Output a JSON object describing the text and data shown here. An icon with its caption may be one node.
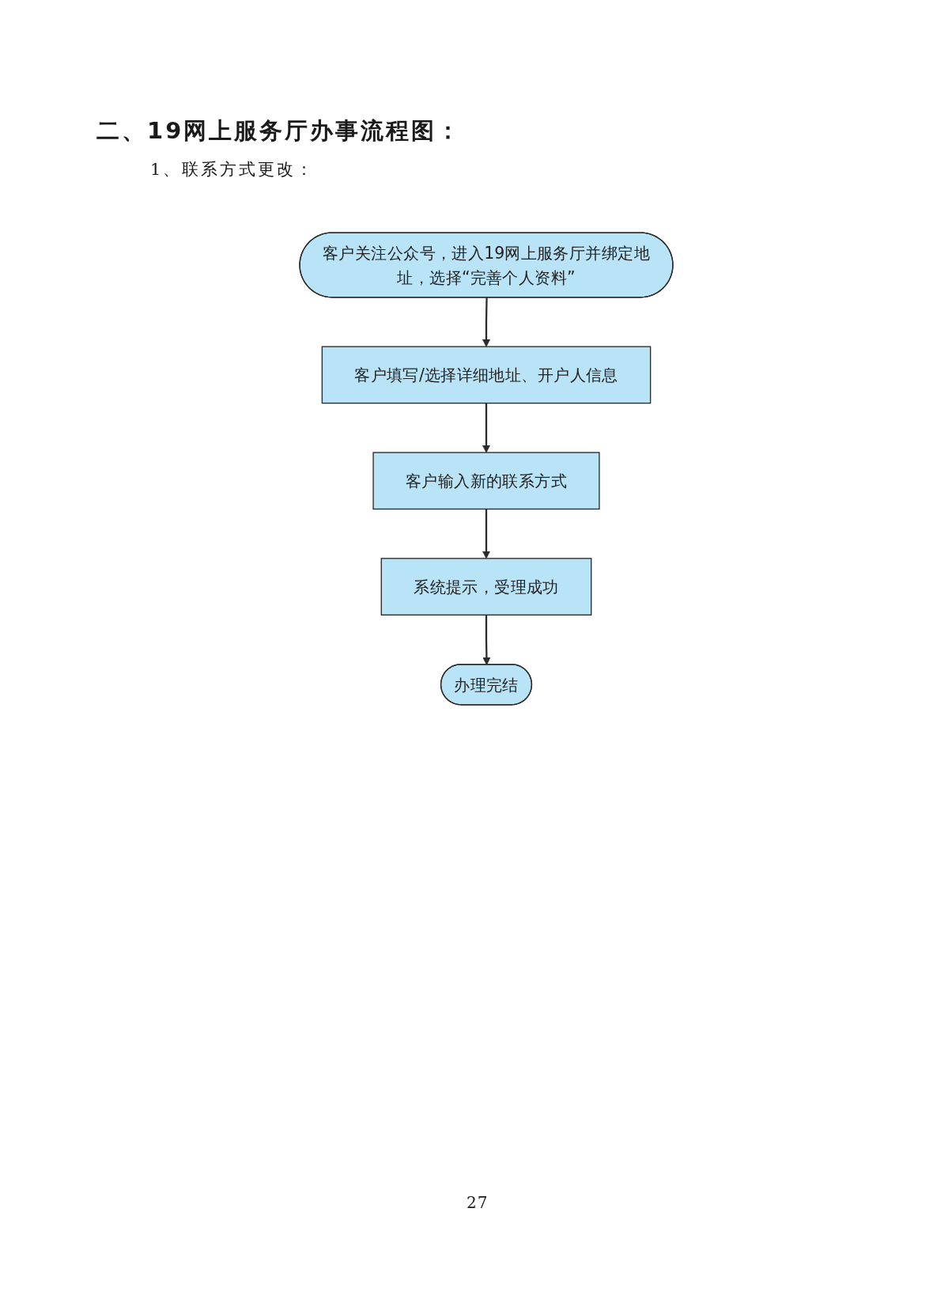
{
  "diagram": {
    "title": "二、19网上服务厅办事流程图：",
    "nodes": [
      {
        "text": [
          "客户关注公众号，进入19网上服务厅并绑定地址，选择“完善个人资料”"
        ]
      },
      {
        "text": [
          "客户填写/选择详细地址、开户人信息"
        ]
      },
      {
        "text": [
          "客户输入新的联系方式"
        ]
      },
      {
        "text": [
          "系统提示，受理成功"
        ]
      },
      {
        "text": [
          "办理完结"
        ]
      }
    ],
    "edges": [
      {
        "from": 0,
        "to": 1,
        "arrow": "to"
      },
      {
        "from": 1,
        "to": 2,
        "arrow": "to"
      },
      {
        "from": 2,
        "to": 3,
        "arrow": "to"
      },
      {
        "from": 3,
        "to": 4,
        "arrow": "to"
      }
    ],
    "labels": [
      "1、联系方式更改：",
      "27"
    ]
  }
}
